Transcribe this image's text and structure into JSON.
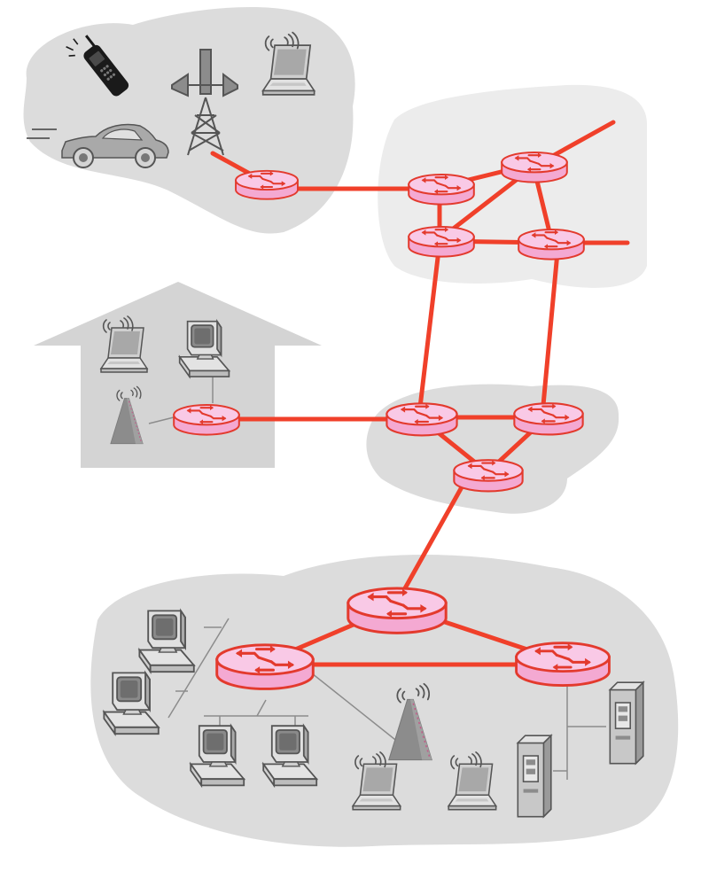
{
  "colors": {
    "background": "#ffffff",
    "region_fill": "#dcdcdc",
    "region_fill_light": "#ececec",
    "house_fill": "#d4d4d4",
    "link": "#f0402a",
    "router_top": "#f9c9e6",
    "router_side": "#f4a9d2",
    "router_stroke": "#e33a2d",
    "device_gray": "#8c8c8c",
    "device_light": "#bdbdbd",
    "device_dark": "#555555",
    "black": "#1a1a1a"
  },
  "diagram": {
    "regions": [
      {
        "id": "mobile-network"
      },
      {
        "id": "global-isp"
      },
      {
        "id": "regional-isp"
      },
      {
        "id": "home-network"
      },
      {
        "id": "institutional-network"
      }
    ],
    "routers": [
      {
        "id": "r-mobile"
      },
      {
        "id": "r-isp-a"
      },
      {
        "id": "r-isp-b"
      },
      {
        "id": "r-isp-c"
      },
      {
        "id": "r-isp-d"
      },
      {
        "id": "r-home"
      },
      {
        "id": "r-reg-a"
      },
      {
        "id": "r-reg-b"
      },
      {
        "id": "r-reg-c"
      },
      {
        "id": "r-inst-top"
      },
      {
        "id": "r-inst-left"
      },
      {
        "id": "r-inst-right"
      }
    ],
    "links": [
      [
        "tower",
        "r-mobile"
      ],
      [
        "r-mobile",
        "r-isp-a"
      ],
      [
        "r-isp-a",
        "r-isp-b"
      ],
      [
        "r-isp-a",
        "r-isp-c"
      ],
      [
        "r-isp-b",
        "r-isp-d"
      ],
      [
        "r-isp-b",
        "r-isp-c"
      ],
      [
        "r-isp-c",
        "r-isp-d"
      ],
      [
        "r-isp-b",
        "external-1"
      ],
      [
        "r-isp-d",
        "external-2"
      ],
      [
        "r-isp-c",
        "r-reg-a"
      ],
      [
        "r-isp-d",
        "r-reg-b"
      ],
      [
        "r-home",
        "r-reg-a"
      ],
      [
        "r-reg-a",
        "r-reg-b"
      ],
      [
        "r-reg-a",
        "r-reg-c"
      ],
      [
        "r-reg-b",
        "r-reg-c"
      ],
      [
        "r-reg-c",
        "r-inst-top"
      ],
      [
        "r-inst-top",
        "r-inst-left"
      ],
      [
        "r-inst-top",
        "r-inst-right"
      ],
      [
        "r-inst-left",
        "r-inst-right"
      ]
    ],
    "devices": [
      {
        "id": "cell-phone",
        "icon": "cell-phone-icon"
      },
      {
        "id": "car",
        "icon": "car-icon"
      },
      {
        "id": "cell-tower",
        "icon": "cell-tower-icon"
      },
      {
        "id": "mobile-laptop",
        "icon": "wireless-laptop-icon"
      },
      {
        "id": "home-laptop",
        "icon": "wireless-laptop-icon"
      },
      {
        "id": "home-pc",
        "icon": "desktop-pc-icon"
      },
      {
        "id": "home-access-point",
        "icon": "wireless-access-point-icon"
      },
      {
        "id": "inst-pc-1",
        "icon": "desktop-pc-icon"
      },
      {
        "id": "inst-pc-2",
        "icon": "desktop-pc-icon"
      },
      {
        "id": "inst-pc-3",
        "icon": "desktop-pc-icon"
      },
      {
        "id": "inst-pc-4",
        "icon": "desktop-pc-icon"
      },
      {
        "id": "inst-access-point",
        "icon": "wireless-access-point-icon"
      },
      {
        "id": "inst-laptop-1",
        "icon": "wireless-laptop-icon"
      },
      {
        "id": "inst-laptop-2",
        "icon": "wireless-laptop-icon"
      },
      {
        "id": "server-1",
        "icon": "server-icon"
      },
      {
        "id": "server-2",
        "icon": "server-icon"
      }
    ]
  }
}
